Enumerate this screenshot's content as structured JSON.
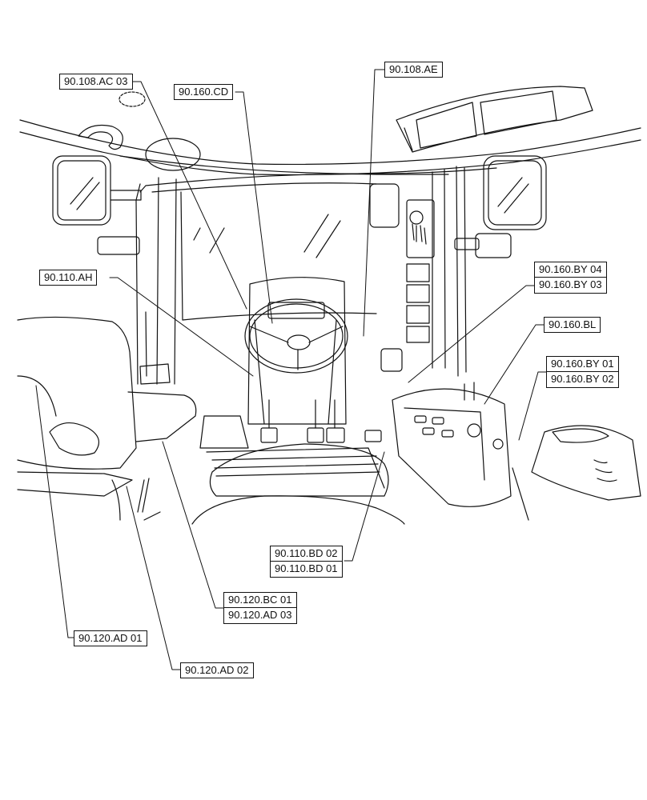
{
  "callouts": {
    "ac03": "90.108.AC 03",
    "cd": "90.160.CD",
    "ae": "90.108.AE",
    "ah": "90.110.AH",
    "by04": "90.160.BY 04",
    "by03": "90.160.BY 03",
    "bl": "90.160.BL",
    "by01": "90.160.BY 01",
    "by02": "90.160.BY 02",
    "bd02": "90.110.BD 02",
    "bd01": "90.110.BD 01",
    "bc01": "90.120.BC 01",
    "ad03": "90.120.AD 03",
    "ad01": "90.120.AD 01",
    "ad02": "90.120.AD 02"
  }
}
